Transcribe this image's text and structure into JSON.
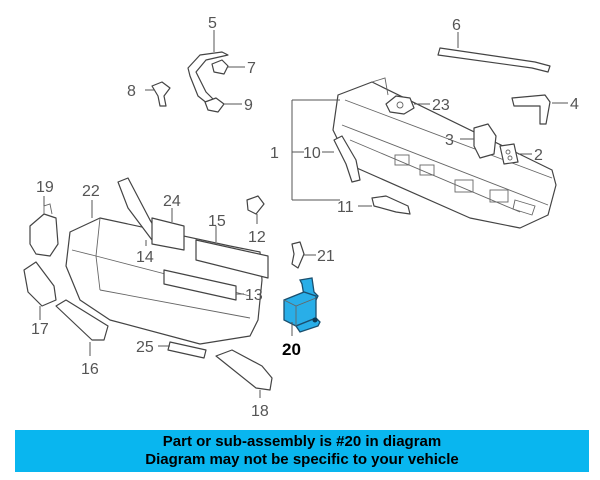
{
  "labels": {
    "p1": "1",
    "p2": "2",
    "p3": "3",
    "p4": "4",
    "p5": "5",
    "p6": "6",
    "p7": "7",
    "p8": "8",
    "p9": "9",
    "p10": "10",
    "p11": "11",
    "p12": "12",
    "p13": "13",
    "p14": "14",
    "p15": "15",
    "p16": "16",
    "p17": "17",
    "p18": "18",
    "p19": "19",
    "p20": "20",
    "p21": "21",
    "p22": "22",
    "p23": "23",
    "p24": "24",
    "p25": "25"
  },
  "highlighted_part": "20",
  "highlight_color": "#29aee8",
  "banner": {
    "line1": "Part or sub-assembly is #20 in diagram",
    "line2": "Diagram may not be specific to your vehicle",
    "background": "#09b6ef"
  }
}
